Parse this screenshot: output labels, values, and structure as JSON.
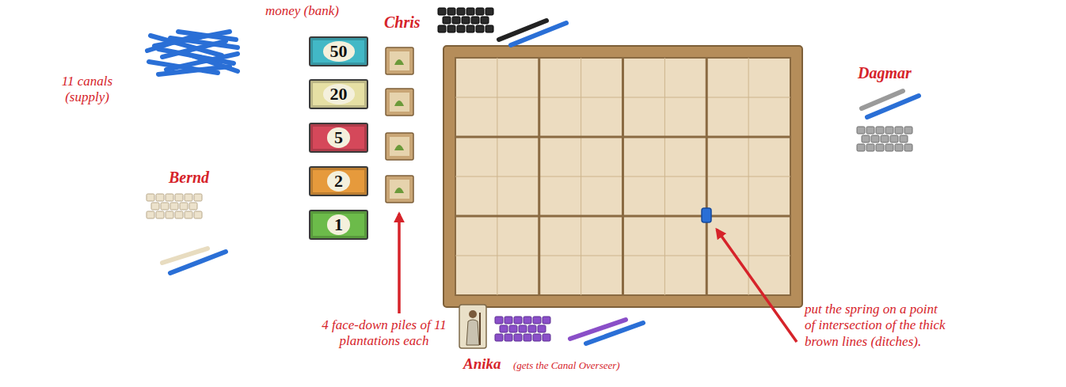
{
  "diagram": {
    "nodes": [
      {
        "text": [
          "50"
        ]
      },
      {
        "text": [
          "20"
        ]
      },
      {
        "text": [
          "5"
        ]
      },
      {
        "text": [
          "2"
        ]
      },
      {
        "text": [
          "1"
        ]
      }
    ],
    "labels": [
      "money (bank)",
      "11 canals (supply)",
      "Chris",
      "Bernd",
      "Dagmar",
      "4 face-down piles of 11 plantations each",
      "Anika",
      "(gets the Canal Overseer)",
      "put the spring on a point of intersection of the thick brown lines (ditches)."
    ]
  }
}
